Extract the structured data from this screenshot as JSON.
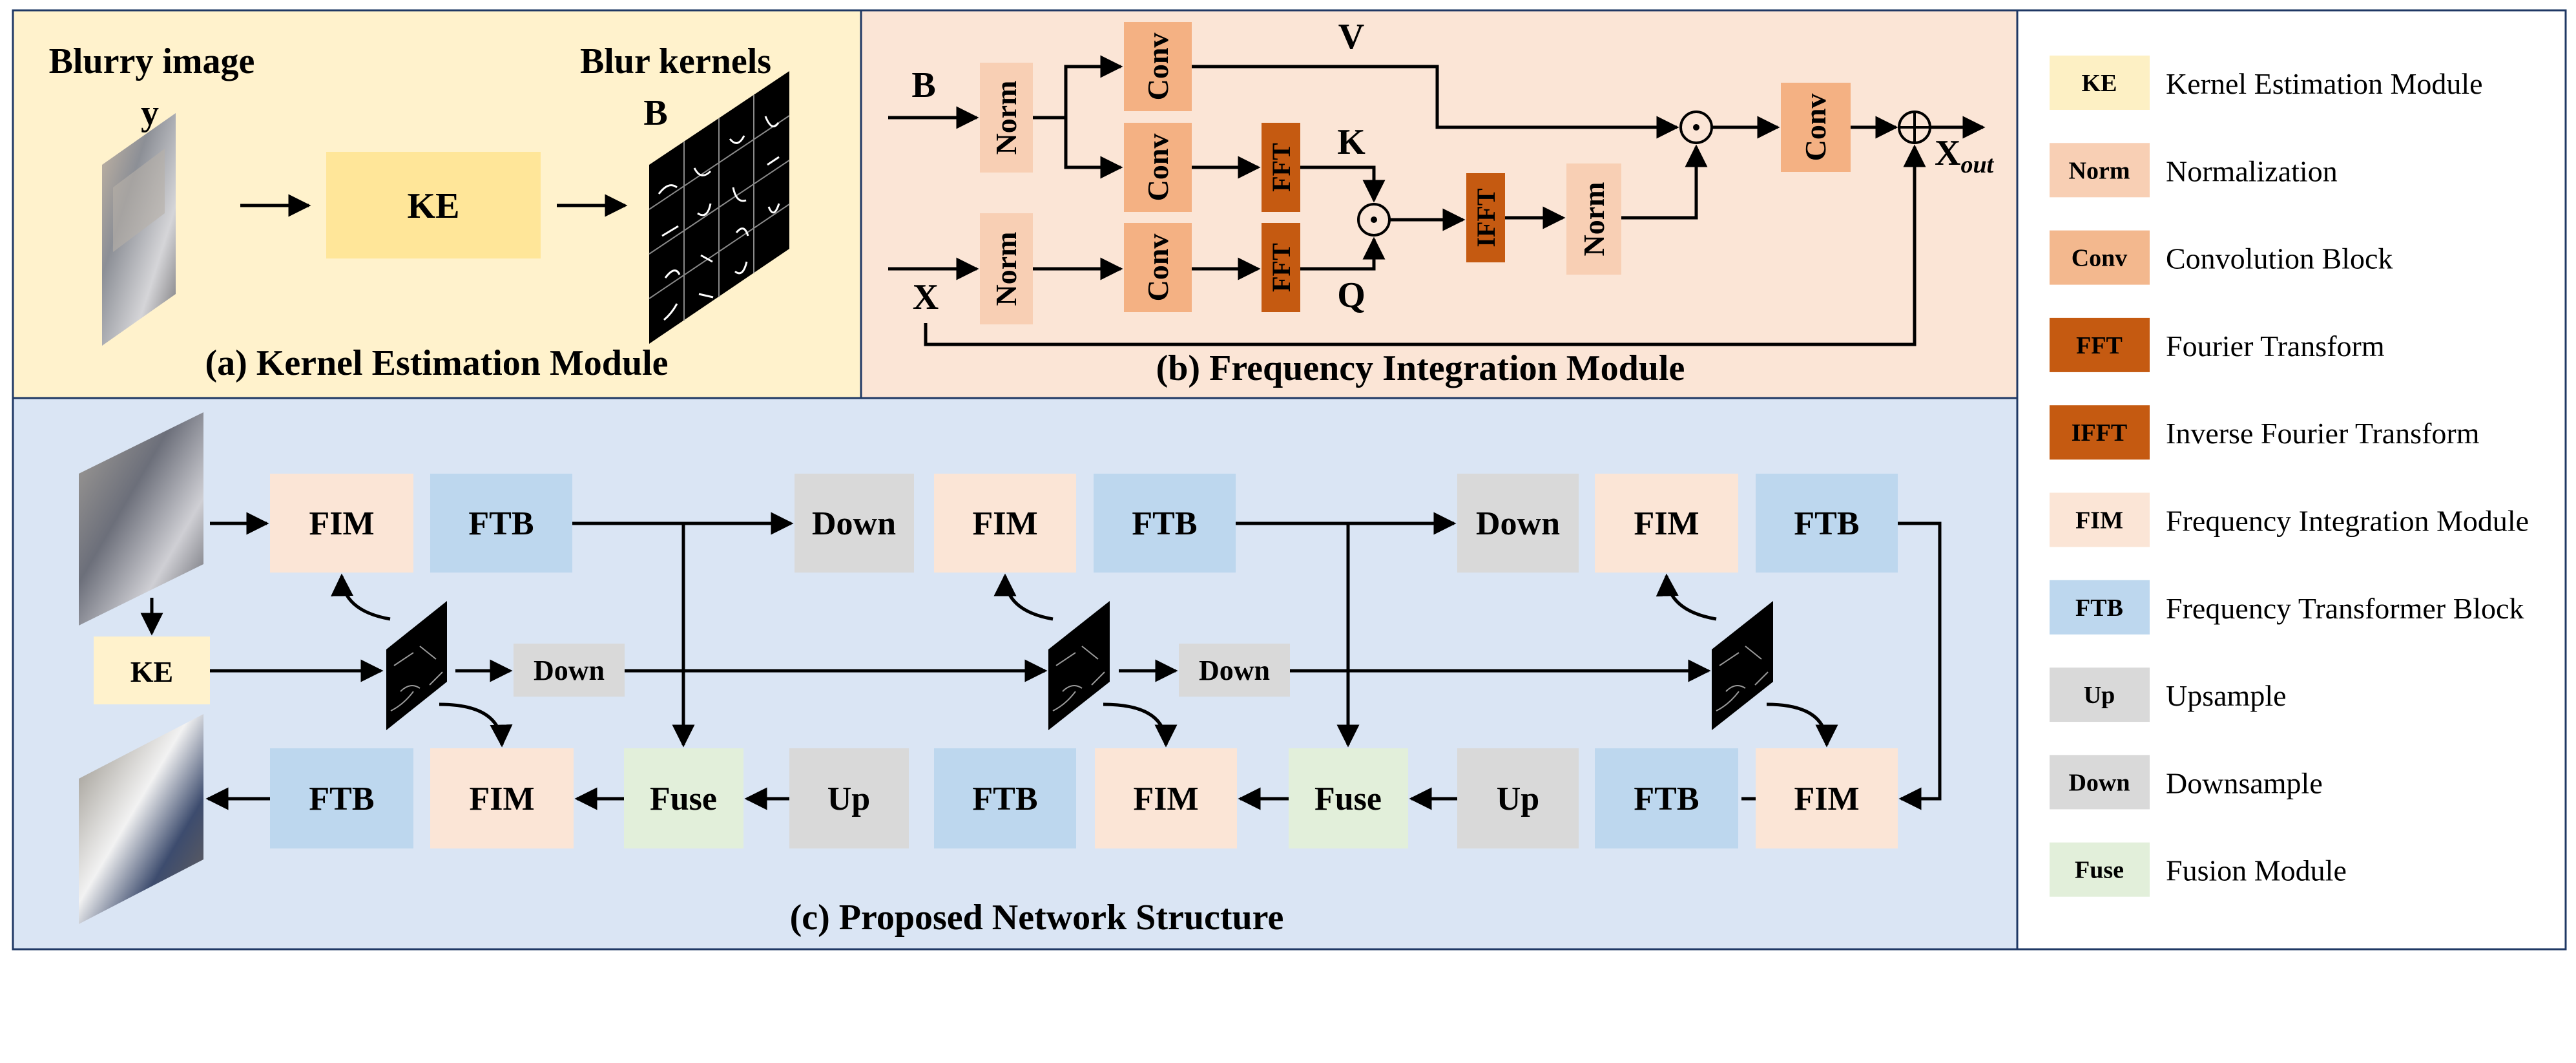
{
  "panels": {
    "a": {
      "caption": "(a) Kernel Estimation Module",
      "blurry_title": "Blurry image",
      "blurry_var": "y",
      "kernels_title": "Blur kernels",
      "kernels_var": "B",
      "ke_label": "KE"
    },
    "b": {
      "caption": "(b) Frequency Integration Module",
      "input_b": "B",
      "input_x": "X",
      "v": "V",
      "k": "K",
      "q": "Q",
      "out_main": "X",
      "out_sub": "out",
      "norm": "Norm",
      "conv": "Conv",
      "fft": "FFT",
      "ifft": "IFFT",
      "odot": "⊙",
      "oplus": "⊕"
    },
    "c": {
      "caption": "(c) Proposed Network Structure",
      "fim": "FIM",
      "ftb": "FTB",
      "down": "Down",
      "up": "Up",
      "fuse": "Fuse",
      "ke": "KE"
    }
  },
  "legend": [
    {
      "abbr": "KE",
      "desc": "Kernel Estimation Module",
      "color": "#fdf0c4",
      "text_color": "#000000"
    },
    {
      "abbr": "Norm",
      "desc": "Normalization",
      "color": "#f8cfb4",
      "text_color": "#000000"
    },
    {
      "abbr": "Conv",
      "desc": "Convolution Block",
      "color": "#f3b88e",
      "text_color": "#000000"
    },
    {
      "abbr": "FFT",
      "desc": "Fourier Transform",
      "color": "#c55a11",
      "text_color": "#000000"
    },
    {
      "abbr": "IFFT",
      "desc": "Inverse Fourier Transform",
      "color": "#c55a11",
      "text_color": "#000000"
    },
    {
      "abbr": "FIM",
      "desc": "Frequency Integration Module",
      "color": "#fbe5d6",
      "text_color": "#000000"
    },
    {
      "abbr": "FTB",
      "desc": "Frequency Transformer Block",
      "color": "#bdd7ee",
      "text_color": "#000000"
    },
    {
      "abbr": "Up",
      "desc": "Upsample",
      "color": "#d9d9d9",
      "text_color": "#000000"
    },
    {
      "abbr": "Down",
      "desc": "Downsample",
      "color": "#d9d9d9",
      "text_color": "#000000"
    },
    {
      "abbr": "Fuse",
      "desc": "Fusion Module",
      "color": "#e2efda",
      "text_color": "#000000"
    }
  ],
  "colors": {
    "panel_a_bg": "#fff2cc",
    "panel_b_bg": "#fbe5d6",
    "panel_c_bg": "#dae5f4",
    "ke": "#ffe699",
    "norm": "#f8cfb4",
    "conv": "#f4b183",
    "fft": "#c55a11",
    "fim": "#fbe5d6",
    "ftb": "#bdd7ee",
    "gray": "#d9d9d9",
    "fuse": "#e2efda",
    "border": "#1f3864"
  }
}
